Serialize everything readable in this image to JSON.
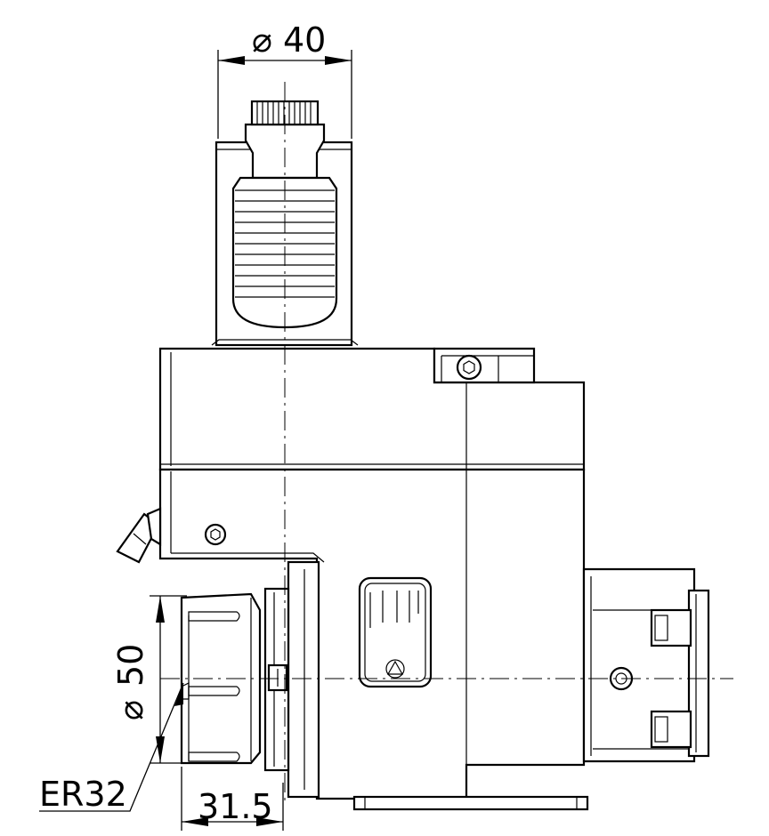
{
  "dimensions": {
    "shank_diameter": "40",
    "collet_diameter": "50",
    "collet_type": "ER32",
    "offset_length": "31.5"
  },
  "symbols": {
    "diameter": "⌀"
  }
}
